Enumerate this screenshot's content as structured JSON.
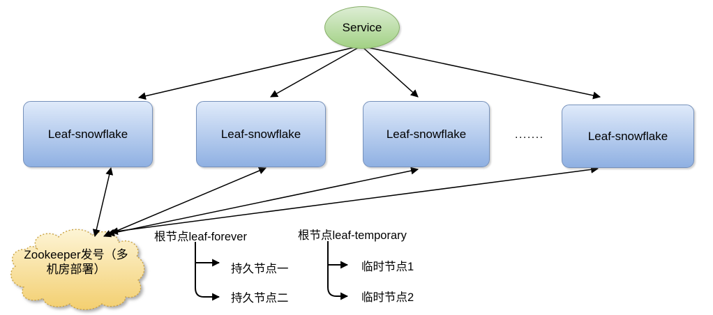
{
  "diagram": {
    "service": {
      "label": "Service"
    },
    "nodes": [
      {
        "label": "Leaf-snowflake"
      },
      {
        "label": "Leaf-snowflake"
      },
      {
        "label": "Leaf-snowflake"
      },
      {
        "label": "Leaf-snowflake"
      }
    ],
    "ellipsis": ".......",
    "zookeeper": {
      "label": "Zookeeper发号（多机房部署）"
    },
    "trees": {
      "forever": {
        "root": "根节点leaf-forever",
        "children": [
          {
            "label": "持久节点一"
          },
          {
            "label": "持久节点二"
          }
        ]
      },
      "temporary": {
        "root": "根节点leaf-temporary",
        "children": [
          {
            "label": "临时节点1"
          },
          {
            "label": "临时节点2"
          }
        ]
      }
    },
    "colors": {
      "service_fill": "#a2d184",
      "service_border": "#86ae68",
      "node_fill_top": "#dfeafa",
      "node_fill_bottom": "#8fb0e2",
      "node_border": "#7590ba",
      "cloud_fill_top": "#fdf4d5",
      "cloud_fill_bottom": "#f3cf70",
      "cloud_border": "#c9a23f",
      "arrow": "#000000"
    }
  }
}
